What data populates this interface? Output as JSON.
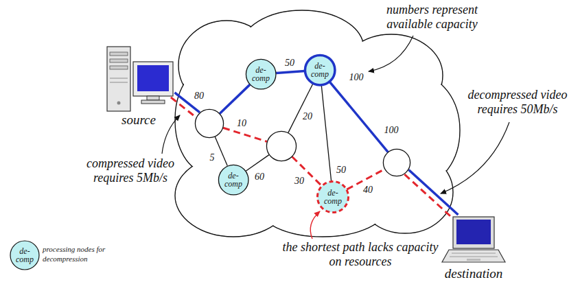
{
  "diagram": {
    "nodes": [
      {
        "text": [
          "source"
        ]
      },
      {
        "text": [
          "de- comp"
        ]
      },
      {
        "text": [
          "de- comp"
        ]
      },
      {
        "text": []
      },
      {
        "text": []
      },
      {
        "text": []
      },
      {
        "text": [
          "de- comp"
        ]
      },
      {
        "text": [
          "de- comp"
        ]
      },
      {
        "text": [
          "destination"
        ]
      }
    ],
    "edges": [
      {
        "from": 0,
        "to": 3,
        "arrow": "none"
      },
      {
        "from": 3,
        "to": 1,
        "label": "80",
        "arrow": "none"
      },
      {
        "from": 1,
        "to": 2,
        "label": "50",
        "arrow": "none"
      },
      {
        "from": 3,
        "to": 4,
        "label": "10",
        "arrow": "none"
      },
      {
        "from": 3,
        "to": 6,
        "label": "5",
        "arrow": "none"
      },
      {
        "from": 6,
        "to": 4,
        "label": "60",
        "arrow": "none"
      },
      {
        "from": 4,
        "to": 2,
        "label": "20",
        "arrow": "none"
      },
      {
        "from": 4,
        "to": 7,
        "label": "30",
        "arrow": "none"
      },
      {
        "from": 2,
        "to": 7,
        "label": "50",
        "arrow": "none"
      },
      {
        "from": 2,
        "to": 5,
        "label": "100",
        "arrow": "none"
      },
      {
        "from": 7,
        "to": 5,
        "label": "40",
        "arrow": "none"
      },
      {
        "from": 5,
        "to": 8,
        "arrow": "none"
      }
    ],
    "labels": [
      "numbers represent available capacity",
      "decompressed video requires 50Mb/s",
      "compressed video requires 5Mb/s",
      "the shortest path lacks capacity on resources",
      "100",
      "de- comp"
    ],
    "legend": [
      {
        "text": "processing nodes for decompression",
        "color": "#bff0f2"
      }
    ]
  }
}
